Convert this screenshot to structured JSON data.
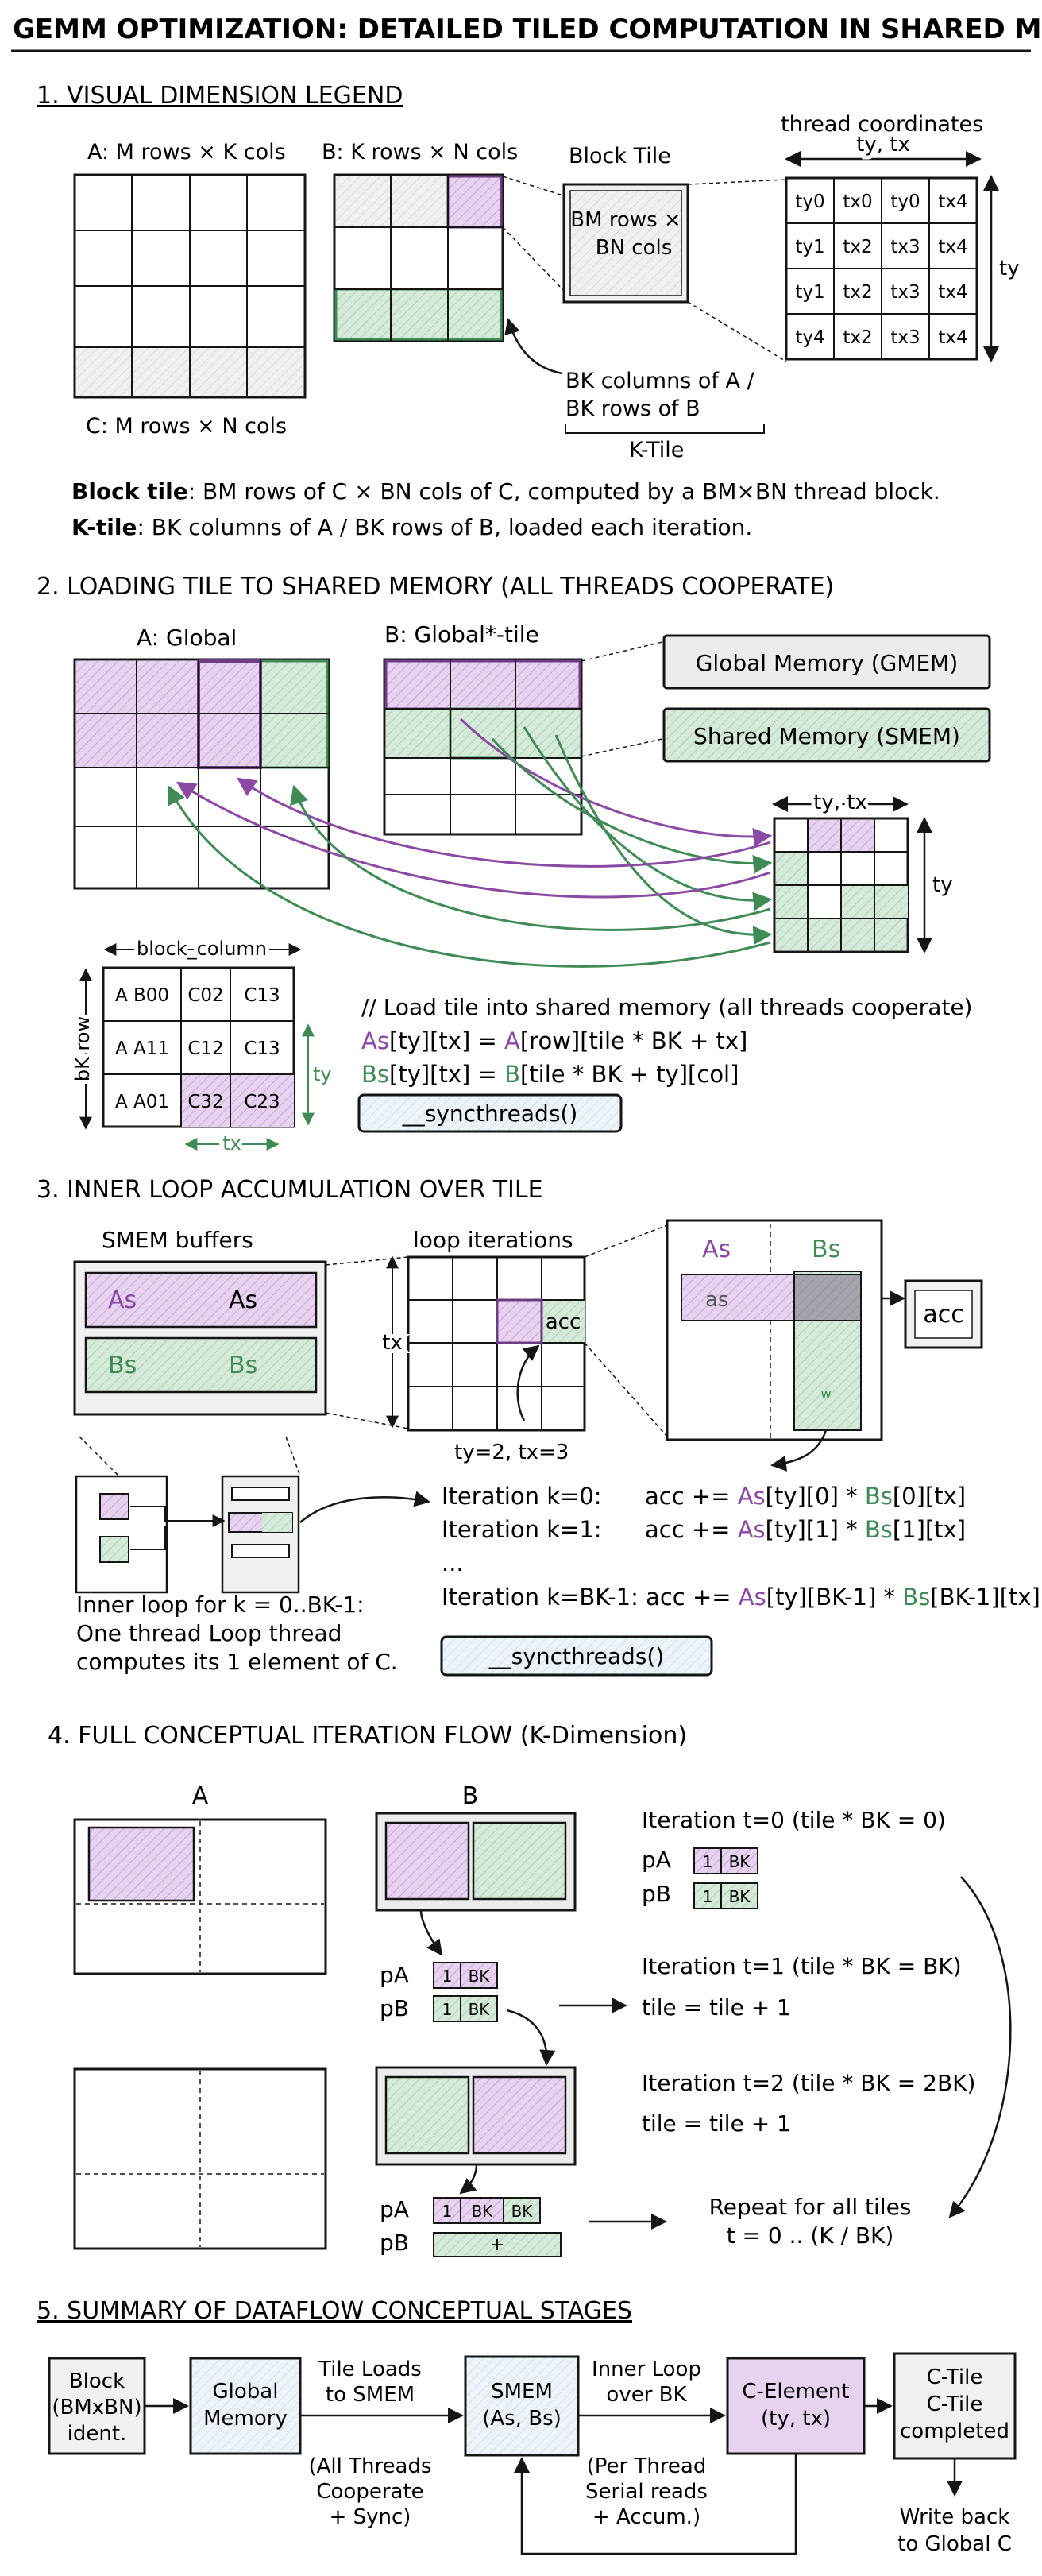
{
  "title": "GEMM OPTIMIZATION: DETAILED TILED COMPUTATION IN SHARED MEMORY",
  "colors": {
    "purple": "#9b5bb3",
    "purple_fill": "#e7d3ef",
    "green": "#3f8a55",
    "green_fill": "#d6ead9",
    "ink": "#151515",
    "blue_fill": "#e9f1f6"
  },
  "s1": {
    "heading": "1. VISUAL DIMENSION LEGEND",
    "a_label": "A: M rows × K cols",
    "b_label": "B: K rows × N cols",
    "c_label": "C: M rows × N cols",
    "block_tile": "Block Tile",
    "bm_line1": "BM rows ×",
    "bm_line2": "BN cols",
    "thread_coords": "thread coordinates",
    "ty_tx": "ty, tx",
    "ty": "ty",
    "grid": [
      [
        "ty0",
        "tx0",
        "ty0",
        "tx4"
      ],
      [
        "ty1",
        "tx2",
        "tx3",
        "tx4"
      ],
      [
        "ty1",
        "tx2",
        "tx3",
        "tx4"
      ],
      [
        "ty4",
        "tx2",
        "tx3",
        "tx4"
      ]
    ],
    "bk_line1": "BK columns of A /",
    "bk_line2": "BK rows of B",
    "ktile": "K-Tile",
    "note1_bold": "Block tile",
    "note1_rest": ": BM rows of C × BN cols of C, computed by a BM×BN thread block.",
    "note2_bold": "K-tile",
    "note2_rest": ": BK columns of A / BK rows of B, loaded each iteration."
  },
  "s2": {
    "heading": "2. LOADING TILE TO SHARED MEMORY (ALL THREADS COOPERATE)",
    "a_global": "A: Global",
    "b_global": "B: Global*-tile",
    "gmem": "Global Memory (GMEM)",
    "smem": "Shared Memory (SMEM)",
    "ty_tx": "ty, tx",
    "ty": "ty",
    "block_column": "block_column",
    "bk_row": "bK row",
    "tx": "tx",
    "ty_small": "ty",
    "table": [
      [
        "A B00",
        "C02",
        "C13"
      ],
      [
        "A A11",
        "C12",
        "C13"
      ],
      [
        "A A01",
        "C32",
        "C23"
      ]
    ],
    "code_comment": "// Load tile into shared memory (all threads cooperate)",
    "code_a_1": "As",
    "code_a_2": "[ty][tx] = ",
    "code_a_3": "A",
    "code_a_4": "[row][tile * BK + tx]",
    "code_b_1": "Bs",
    "code_b_2": "[ty][tx] = ",
    "code_b_3": "B",
    "code_b_4": "[tile * BK + ty][col]",
    "sync": "__syncthreads()"
  },
  "s3": {
    "heading": "3. INNER LOOP ACCUMULATION OVER TILE",
    "smem_buffers": "SMEM buffers",
    "as": "As",
    "bs": "Bs",
    "loop_iterations": "loop iterations",
    "tx": "tx",
    "acc": "acc",
    "ty_eq": "ty=2, tx=3",
    "as_small": "as",
    "bs_dots": "w",
    "iter0_lhs": "Iteration k=0:",
    "iter0_rhs_pre": "acc += ",
    "iter0_as": "As",
    "iter0_mid": "[ty][0] * ",
    "iter0_bs": "Bs",
    "iter0_end": "[0][tx]",
    "iter1_lhs": "Iteration k=1:",
    "iter1_rhs_pre": "acc += ",
    "iter1_as": "As",
    "iter1_mid": "[ty][1] * ",
    "iter1_bs": "Bs",
    "iter1_end": "[1][tx]",
    "ellipsis": "...",
    "iterk_pre": "Iteration k=BK-1: acc += ",
    "iterk_as": "As",
    "iterk_mid": "[ty][BK-1] * ",
    "iterk_bs": "Bs",
    "iterk_end": "[BK-1][tx]",
    "inner_line1": "Inner loop for k = 0..BK-1:",
    "inner_line2": "One thread Loop thread",
    "inner_line3": "computes its 1 element of C.",
    "sync": "__syncthreads()"
  },
  "s4": {
    "heading": "4. FULL CONCEPTUAL ITERATION FLOW (K-Dimension)",
    "a": "A",
    "b": "B",
    "it0": "Iteration t=0 (tile * BK = 0)",
    "it1": "Iteration t=1 (tile * BK = BK)",
    "it2": "Iteration t=2 (tile * BK = 2BK)",
    "tile_inc": "tile = tile + 1",
    "tile_inc2": "tile = tile + 1",
    "pa": "pA",
    "pb": "pB",
    "one": "1",
    "bk": "BK",
    "plus": "+",
    "repeat1": "Repeat for all tiles",
    "repeat2": "t = 0 .. (K / BK)"
  },
  "s5": {
    "heading": "5. SUMMARY OF DATAFLOW CONCEPTUAL STAGES",
    "block": [
      "Block",
      "(BMxBN)",
      "ident."
    ],
    "global": [
      "Global",
      "Memory"
    ],
    "tile_loads": [
      "Tile Loads",
      "to SMEM"
    ],
    "all_threads": [
      "(All Threads",
      "Cooperate",
      "+ Sync)"
    ],
    "smem": [
      "SMEM",
      "(As, Bs)"
    ],
    "inner_loop": [
      "Inner Loop",
      "over BK"
    ],
    "per_thread": [
      "(Per Thread",
      "Serial reads",
      "+ Accum.)"
    ],
    "celement": [
      "C-Element",
      "(ty, tx)"
    ],
    "ctile": [
      "C-Tile",
      "C-Tile",
      "completed"
    ],
    "write_back": [
      "Write back",
      "to Global C"
    ]
  }
}
